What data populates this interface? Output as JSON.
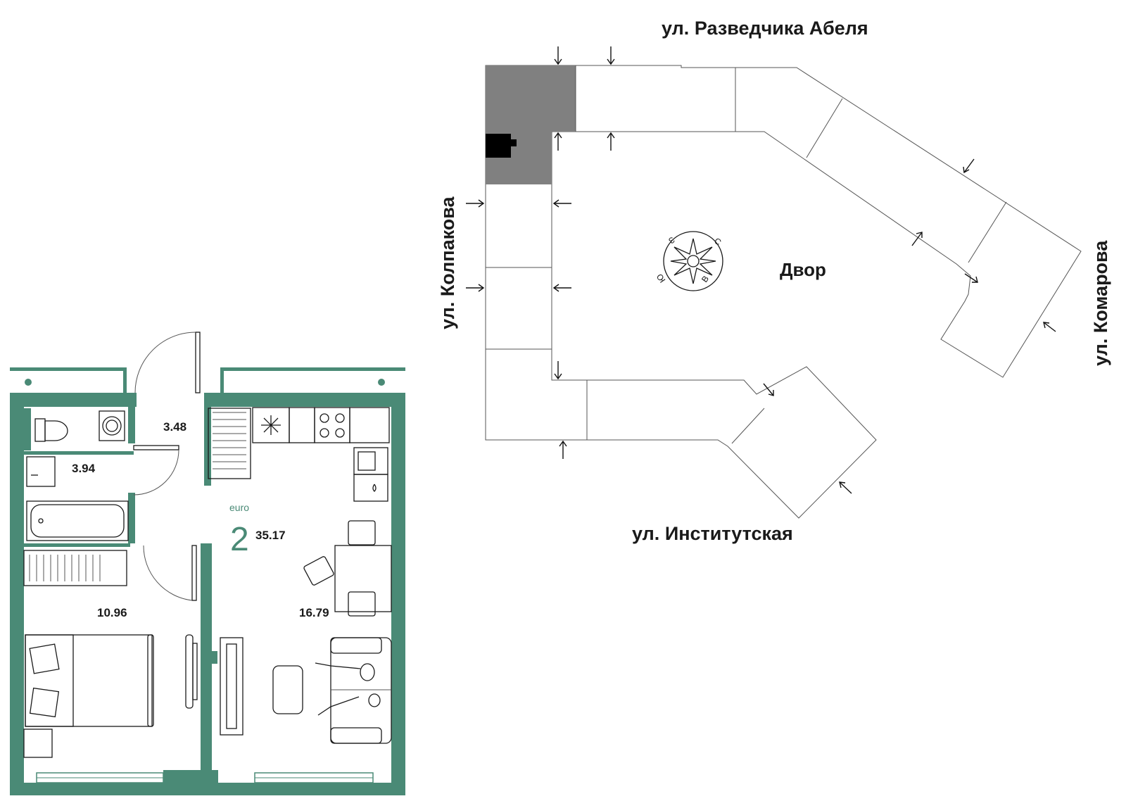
{
  "streets": {
    "top": "ул. Разведчика Абеля",
    "left": "ул. Колпакова",
    "right": "ул. Комарова",
    "bottom": "ул. Институтская"
  },
  "yard_label": "Двор",
  "compass": {
    "north": "С",
    "east": "В",
    "south": "Ю",
    "west": "З"
  },
  "apartment": {
    "class_label": "euro",
    "rooms": "2",
    "total_area": "35.17",
    "room_areas": {
      "hall": "3.48",
      "bathroom": "3.94",
      "bedroom": "10.96",
      "living_kitchen": "16.79"
    }
  },
  "colors": {
    "wall": "#4a8a76",
    "selected_section": "#808080",
    "marker": "#000000"
  }
}
